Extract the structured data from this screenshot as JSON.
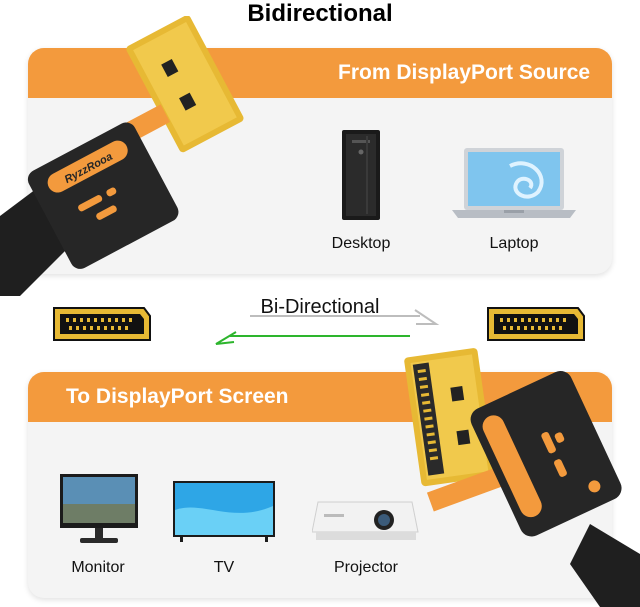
{
  "title": "Bidirectional",
  "source_panel": {
    "heading": "From DisplayPort Source",
    "devices": [
      {
        "label": "Desktop",
        "icon": "desktop-tower-icon"
      },
      {
        "label": "Laptop",
        "icon": "laptop-icon"
      }
    ]
  },
  "middle": {
    "label": "Bi-Directional"
  },
  "screen_panel": {
    "heading": "To DisplayPort Screen",
    "devices": [
      {
        "label": "Monitor",
        "icon": "monitor-icon"
      },
      {
        "label": "TV",
        "icon": "tv-icon"
      },
      {
        "label": "Projector",
        "icon": "projector-icon"
      }
    ]
  },
  "connector_brand": "RyzzRooa",
  "colors": {
    "accent_orange": "#f39a3d",
    "panel_bg": "#f4f4f4",
    "arrow_green": "#2db52d",
    "connector_gold": "#e7b934",
    "cable_black": "#1f1f1f"
  }
}
